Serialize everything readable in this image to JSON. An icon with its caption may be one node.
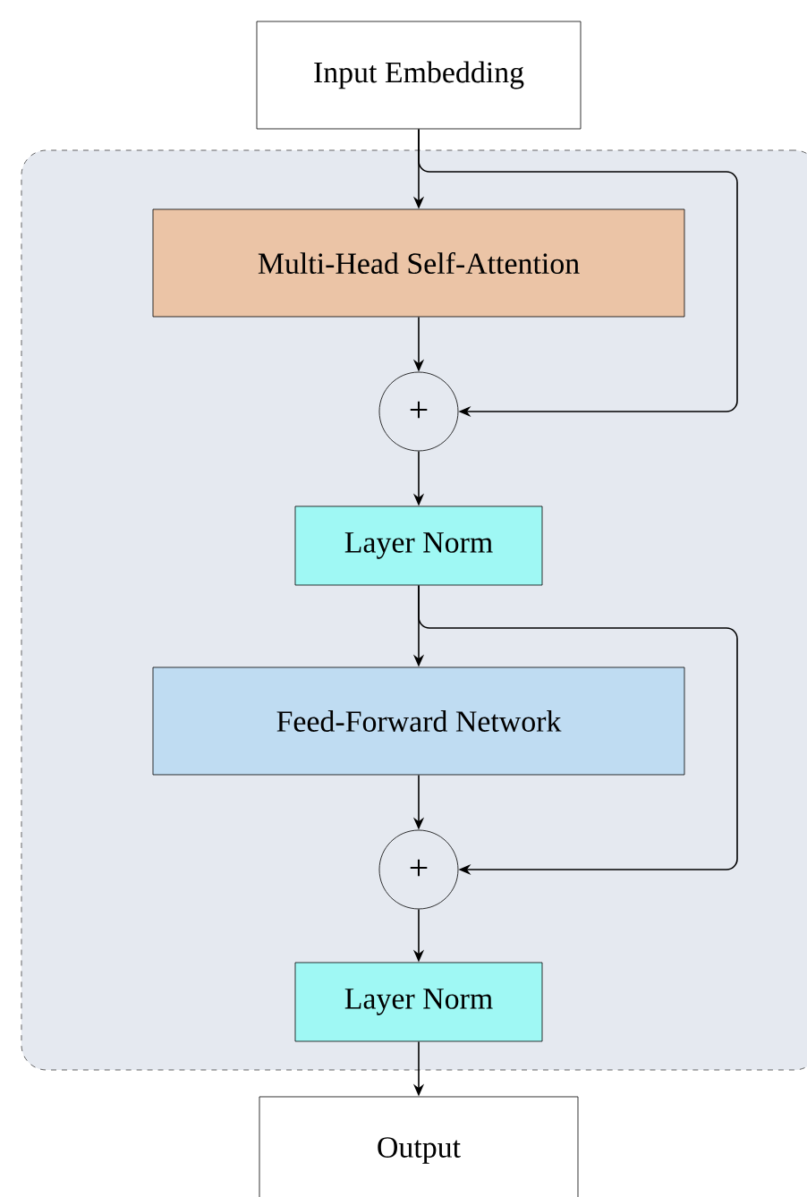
{
  "diagram": {
    "nodes": [
      {
        "text": [
          "Input Embedding"
        ]
      },
      {
        "text": [],
        "shape": "box"
      },
      {
        "text": [
          "Multi-Head Self-Attention"
        ],
        "in": 1
      },
      {
        "text": [
          "+"
        ],
        "in": 1
      },
      {
        "text": [
          "Layer Norm"
        ],
        "in": 1
      },
      {
        "text": [
          "Feed-Forward Network"
        ],
        "in": 1
      },
      {
        "text": [
          "+"
        ],
        "in": 1
      },
      {
        "text": [
          "Layer Norm"
        ],
        "in": 1
      },
      {
        "text": [
          "Output"
        ]
      }
    ],
    "edges": [
      {
        "from": 0,
        "to": 2,
        "arrow": "to"
      },
      {
        "from": 0,
        "to": 3,
        "arrow": "to"
      },
      {
        "from": 2,
        "to": 3,
        "arrow": "to"
      },
      {
        "from": 3,
        "to": 4,
        "arrow": "to"
      },
      {
        "from": 4,
        "to": 5,
        "arrow": "to"
      },
      {
        "from": 4,
        "to": 6,
        "arrow": "to"
      },
      {
        "from": 5,
        "to": 6,
        "arrow": "to"
      },
      {
        "from": 6,
        "to": 7,
        "arrow": "to"
      },
      {
        "from": 7,
        "to": 8,
        "arrow": "to"
      }
    ]
  }
}
